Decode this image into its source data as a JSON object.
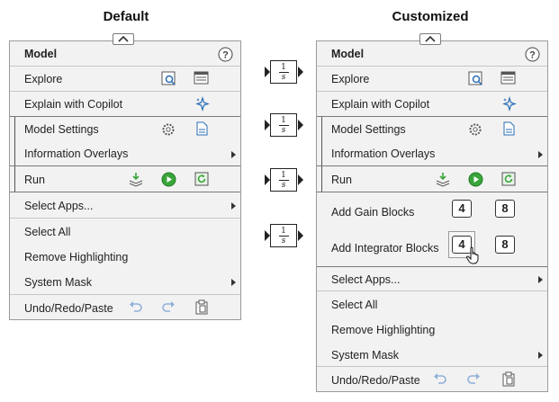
{
  "left_panel": {
    "heading": "Default",
    "section_title": "Model",
    "help_icon": "question-mark-icon",
    "items": {
      "explore": "Explore",
      "copilot": "Explain with Copilot",
      "settings": "Model Settings",
      "overlays": "Information Overlays",
      "run": "Run",
      "apps": "Select Apps...",
      "select_all": "Select All",
      "remove_highlighting": "Remove Highlighting",
      "system_mask": "System Mask",
      "undo": "Undo/Redo/Paste"
    }
  },
  "right_panel": {
    "heading": "Customized",
    "section_title": "Model",
    "items": {
      "explore": "Explore",
      "copilot": "Explain with Copilot",
      "settings": "Model Settings",
      "overlays": "Information Overlays",
      "run": "Run",
      "gain": "Add Gain Blocks",
      "integrator": "Add Integrator Blocks",
      "apps": "Select Apps...",
      "select_all": "Select All",
      "remove_highlighting": "Remove Highlighting",
      "system_mask": "System Mask",
      "undo": "Undo/Redo/Paste"
    },
    "gain_buttons": [
      "4",
      "8"
    ],
    "integrator_buttons": [
      "4",
      "8"
    ]
  },
  "integrator_block": {
    "numerator": "1",
    "denominator": "s"
  },
  "colors": {
    "panel_bg": "#f2f2f2",
    "run_green": "#3aa53a",
    "icon_blue": "#2a6db5"
  }
}
